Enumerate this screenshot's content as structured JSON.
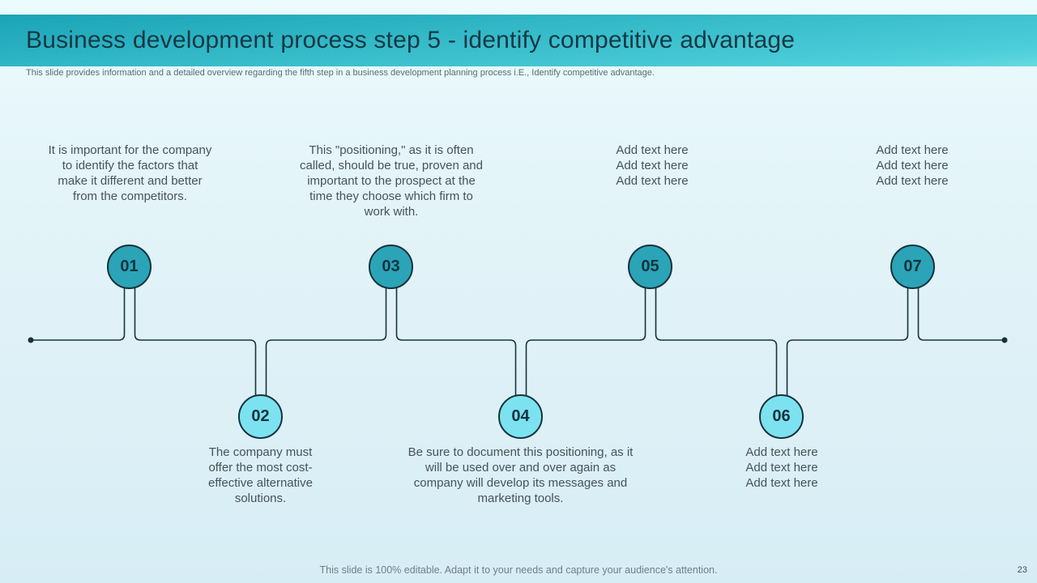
{
  "header": {
    "title": "Business development process step 5 - identify competitive advantage",
    "subtitle": "This slide provides information and a detailed overview regarding the fifth step in a business development planning process i.E., Identify competitive advantage."
  },
  "steps": [
    {
      "number": "01",
      "text": "It is important for the company to identify the factors that make it different and better from the competitors."
    },
    {
      "number": "02",
      "text": "The company must offer the most cost-effective alternative solutions."
    },
    {
      "number": "03",
      "text": "This \"positioning,\" as it is often called, should be true, proven and important to the prospect at the time they choose which firm to work with."
    },
    {
      "number": "04",
      "text": "Be sure to document this positioning, as it will be used over and over again as company will develop its messages and marketing tools."
    },
    {
      "number": "05",
      "text": "Add text here\nAdd text here\nAdd text here"
    },
    {
      "number": "06",
      "text": "Add text here\nAdd text here\nAdd text here"
    },
    {
      "number": "07",
      "text": "Add text here\nAdd text here\nAdd text here"
    }
  ],
  "footer": {
    "note": "This slide is 100% editable. Adapt it to your needs and capture your audience's attention.",
    "page_number": "23"
  },
  "colors": {
    "header_gradient_top": "#1aa4b6",
    "header_gradient_bottom": "#4ecfda",
    "title_text": "#153844",
    "odd_circle_fill": "#2ba4b8",
    "even_circle_fill": "#7de2f0",
    "circle_border": "#14323e",
    "circle_number": "#113440",
    "body_text": "#46525c",
    "line": "#16323c"
  }
}
